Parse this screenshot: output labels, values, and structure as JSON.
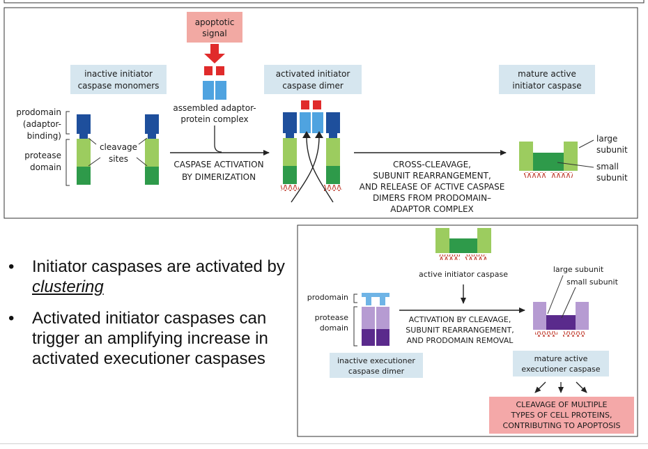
{
  "colors": {
    "signal": "#e02b2b",
    "signal_box": "#f2a9a3",
    "adaptor_blue": "#4fa3e0",
    "prodomain_navy": "#1e4f9c",
    "protease_light": "#9ccc5f",
    "protease_dark": "#2e9a4a",
    "label_box": "#d6e6ef",
    "exec_light": "#b69bd2",
    "exec_dark": "#5a2a8c",
    "exec_prodomain": "#6fb4e6",
    "cleavage_box": "#f4a8a8",
    "spike": "#c0392b"
  },
  "top_panel": {
    "signal_label_1": "apoptotic",
    "signal_label_2": "signal",
    "inactive_monomers_1": "inactive initiator",
    "inactive_monomers_2": "caspase monomers",
    "activated_dimer_1": "activated initiator",
    "activated_dimer_2": "caspase dimer",
    "mature_1": "mature active",
    "mature_2": "initiator caspase",
    "prodomain_1": "prodomain",
    "prodomain_2": "(adaptor-",
    "prodomain_3": "binding)",
    "protease_1": "protease",
    "protease_2": "domain",
    "cleavage_1": "cleavage",
    "cleavage_2": "sites",
    "adaptor_1": "assembled adaptor-",
    "adaptor_2": "protein complex",
    "activation_1": "CASPASE ACTIVATION",
    "activation_2": "BY DIMERIZATION",
    "cross_1": "CROSS-CLEAVAGE,",
    "cross_2": "SUBUNIT REARRANGEMENT,",
    "cross_3": "AND RELEASE OF ACTIVE CASPASE",
    "cross_4": "DIMERS FROM PRODOMAIN–",
    "cross_5": "ADAPTOR COMPLEX",
    "large_1": "large",
    "large_2": "subunit",
    "small_1": "small",
    "small_2": "subunit"
  },
  "bottom_panel": {
    "active_initiator": "active initiator caspase",
    "large_subunit": "large subunit",
    "small_subunit": "small subunit",
    "prodomain": "prodomain",
    "protease_1": "protease",
    "protease_2": "domain",
    "activation_1": "ACTIVATION BY CLEAVAGE,",
    "activation_2": "SUBUNIT REARRANGEMENT,",
    "activation_3": "AND PRODOMAIN REMOVAL",
    "inactive_exec_1": "inactive executioner",
    "inactive_exec_2": "caspase dimer",
    "mature_exec_1": "mature active",
    "mature_exec_2": "executioner caspase",
    "cleavage_result_1": "CLEAVAGE OF MULTIPLE",
    "cleavage_result_2": "TYPES OF CELL PROTEINS,",
    "cleavage_result_3": "CONTRIBUTING TO APOPTOSIS"
  },
  "bullets": {
    "b1_text": "Initiator caspases are activated by ",
    "b1_emph": "clustering",
    "b2_text": "Activated initiator caspases can trigger an amplifying increase in activated executioner caspases"
  }
}
